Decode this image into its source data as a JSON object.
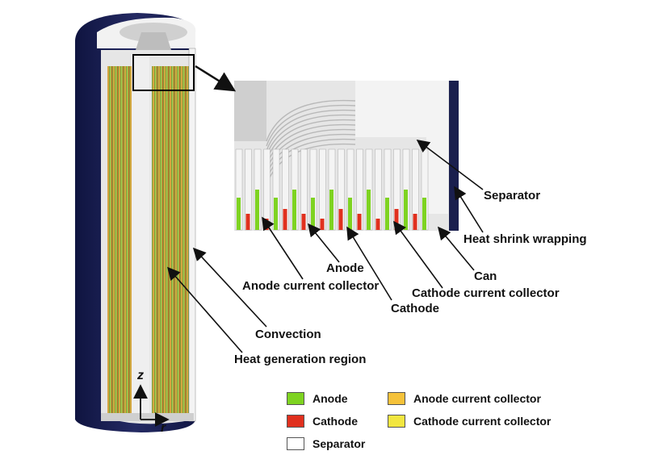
{
  "callouts": {
    "separator": "Separator",
    "heat_shrink": "Heat shrink wrapping",
    "anode": "Anode",
    "anode_cc": "Anode current collector",
    "can": "Can",
    "cathode_cc": "Cathode current collector",
    "cathode": "Cathode",
    "convection": "Convection",
    "heat_gen": "Heat generation region"
  },
  "axes": {
    "z": "z",
    "r": "r"
  },
  "legend": [
    {
      "label": "Anode",
      "color": "#7ed321"
    },
    {
      "label": "Anode current collector",
      "color": "#f5c23a"
    },
    {
      "label": "Cathode",
      "color": "#e0301e"
    },
    {
      "label": "Cathode current collector",
      "color": "#f2e640"
    },
    {
      "label": "Separator",
      "color": "#ffffff"
    }
  ],
  "colors": {
    "can": "#1a1f4e",
    "inner_gray": "#dcdcdc",
    "anode": "#7ed321",
    "cathode": "#e0301e",
    "separator": "#d8d8d8",
    "stripe": "#c8b860"
  }
}
